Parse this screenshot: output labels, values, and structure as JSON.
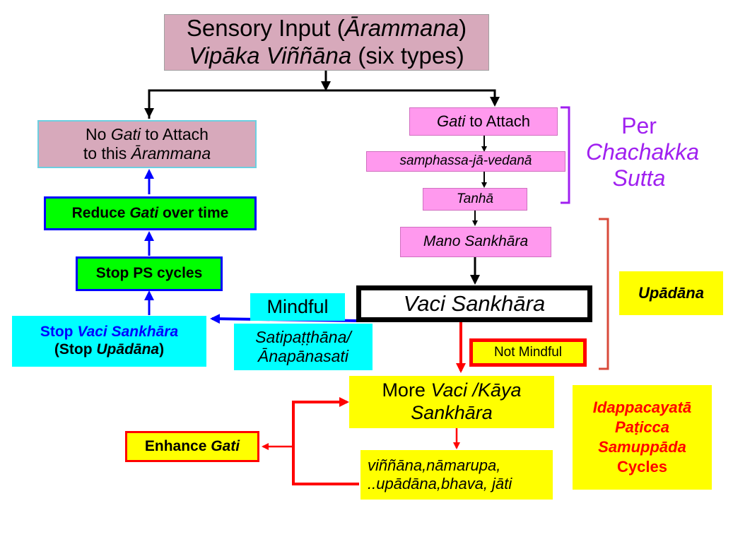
{
  "colors": {
    "mauve": "#d7a9bb",
    "pink": "#ff99ee",
    "green": "#00ff00",
    "cyan": "#00ffff",
    "yellow": "#ffff00",
    "blue": "#0000ff",
    "red": "#ff0000",
    "purple": "#a020f0",
    "bracket_red": "#d84a3a"
  },
  "nodes": {
    "sensory": {
      "line1_pre": "Sensory Input (",
      "line1_em": "Ārammana",
      "line1_post": ")",
      "line2_em": "Vipāka Viññāna",
      "line2_post": " (six types)"
    },
    "no_gati": {
      "line1_pre": "No ",
      "line1_em": "Gati",
      "line1_post": " to Attach",
      "line2_pre": "to this ",
      "line2_em": "Ārammana"
    },
    "gati_attach": {
      "em": "Gati",
      "post": " to Attach"
    },
    "samphassa": {
      "em": "samphassa-jā-vedanā"
    },
    "tanha": {
      "em": "Tanhā"
    },
    "mano": {
      "em": "Mano Sankhāra"
    },
    "vaci": {
      "em": "Vaci Sankhāra"
    },
    "reduce_gati": {
      "pre": "Reduce ",
      "em": "Gati",
      "post": " over time"
    },
    "stop_ps": {
      "text": "Stop PS cycles"
    },
    "stop_vaci": {
      "line1_pre": "Stop ",
      "line1_em": "Vaci Sankhāra",
      "line2_pre": "(Stop ",
      "line2_em": "Upādāna",
      "line2_post": ")"
    },
    "mindful": {
      "text": "Mindful"
    },
    "satipatthana": {
      "line1": "Satipaṭṭhāna/",
      "line2": "Ānapānasati"
    },
    "not_mindful": {
      "text": "Not Mindful"
    },
    "more_vaci": {
      "line1_pre": "More ",
      "line1_em": "Vaci /Kāya",
      "line2_em": "Sankhāra"
    },
    "enhance_gati": {
      "pre": "Enhance ",
      "em": "Gati"
    },
    "vinnana": {
      "line1": "viññāna,nāmarupa,",
      "line2": "..upādāna,bhava, jāti"
    },
    "upadana": {
      "text": "Upādāna"
    },
    "idappacayata": {
      "line1": "Idappacayatā",
      "line2": "Paṭicca",
      "line3": "Samuppāda",
      "line4": "Cycles"
    }
  },
  "labels": {
    "per_chachakka": {
      "line1": "Per",
      "line2": "Chachakka",
      "line3": "Sutta"
    }
  }
}
